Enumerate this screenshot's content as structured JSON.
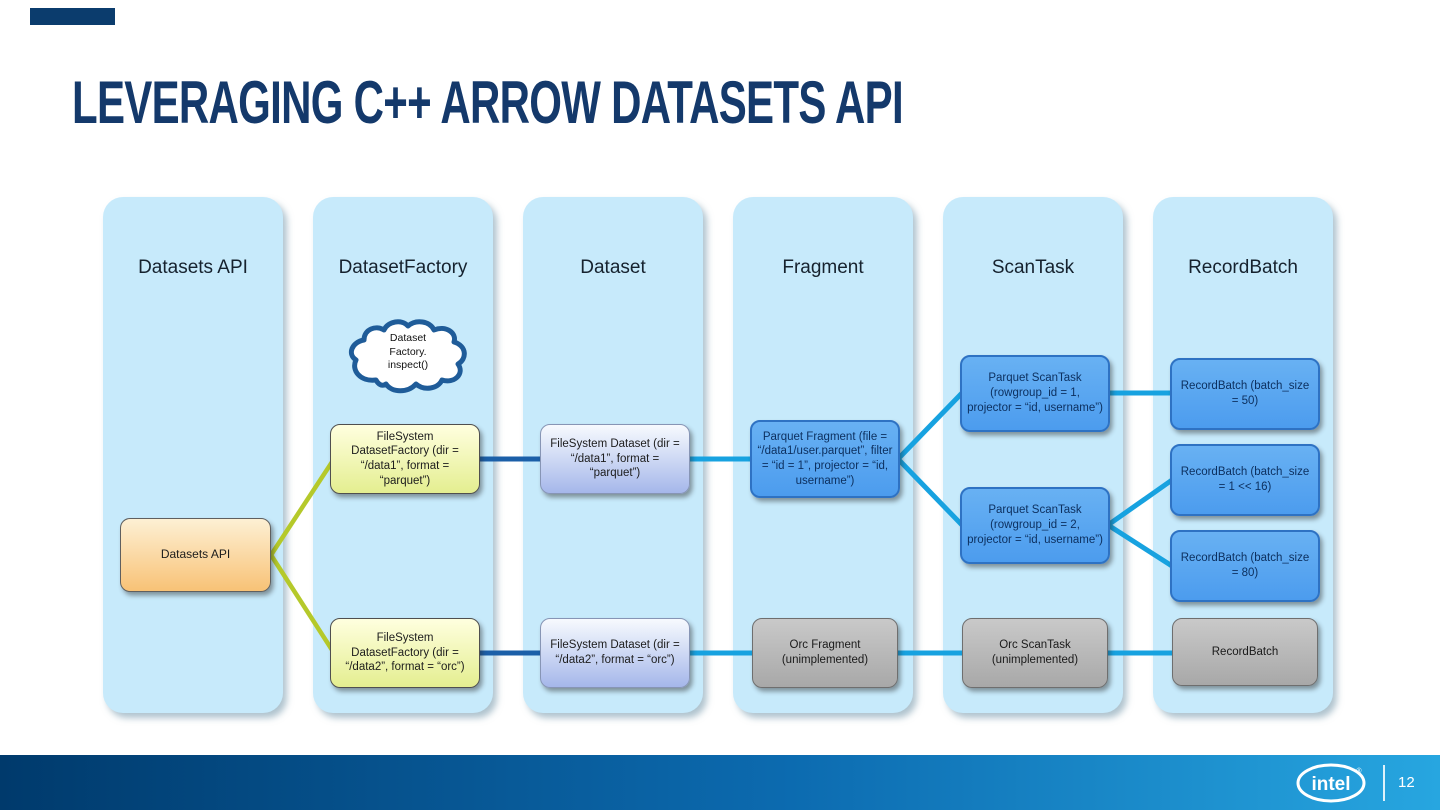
{
  "title": "LEVERAGING C++ ARROW DATASETS API",
  "columns": [
    {
      "label": "Datasets API"
    },
    {
      "label": "DatasetFactory"
    },
    {
      "label": "Dataset"
    },
    {
      "label": "Fragment"
    },
    {
      "label": "ScanTask"
    },
    {
      "label": "RecordBatch"
    }
  ],
  "nodes": {
    "datasets_api": {
      "label": "Datasets API"
    },
    "factory_cloud": {
      "label": "Dataset\nFactory.\ninspect()"
    },
    "factory_parquet": {
      "label": "FileSystem DatasetFactory (dir = “/data1”, format = “parquet”)"
    },
    "factory_orc": {
      "label": "FileSystem DatasetFactory (dir = “/data2”, format = “orc”)"
    },
    "dataset_parquet": {
      "label": "FileSystem Dataset (dir = “/data1”, format = “parquet”)"
    },
    "dataset_orc": {
      "label": "FileSystem Dataset (dir = “/data2”, format = “orc”)"
    },
    "fragment_parquet": {
      "label": "Parquet Fragment (file = “/data1/user.parquet”, filter = “id = 1”, projector = “id, username”)"
    },
    "fragment_orc": {
      "label": "Orc Fragment (unimplemented)"
    },
    "scantask_1": {
      "label": "Parquet ScanTask (rowgroup_id = 1, projector = “id, username”)"
    },
    "scantask_2": {
      "label": "Parquet ScanTask (rowgroup_id = 2, projector = “id, username”)"
    },
    "scantask_orc": {
      "label": "Orc ScanTask (unimplemented)"
    },
    "recordbatch_50": {
      "label": "RecordBatch (batch_size = 50)"
    },
    "recordbatch_1_16": {
      "label": "RecordBatch (batch_size = 1 << 16)"
    },
    "recordbatch_80": {
      "label": "RecordBatch (batch_size = 80)"
    },
    "recordbatch_orc": {
      "label": "RecordBatch"
    }
  },
  "footer": {
    "brand": "intel",
    "page_number": "12"
  },
  "colors": {
    "title_navy": "#14396b",
    "column_fill": "#c7eafb",
    "connector_green": "#b5c92a",
    "connector_dark_blue": "#1b5fa8",
    "connector_bright_blue": "#17a2e0",
    "node_orange": "#f8c276",
    "node_yellow": "#e4ee90",
    "node_periwinkle": "#a5b7ea",
    "node_blue": "#4c9cee",
    "node_gray": "#b0b0b0",
    "footer_gradient_left": "#003a6c",
    "footer_gradient_right": "#27a6e0"
  }
}
